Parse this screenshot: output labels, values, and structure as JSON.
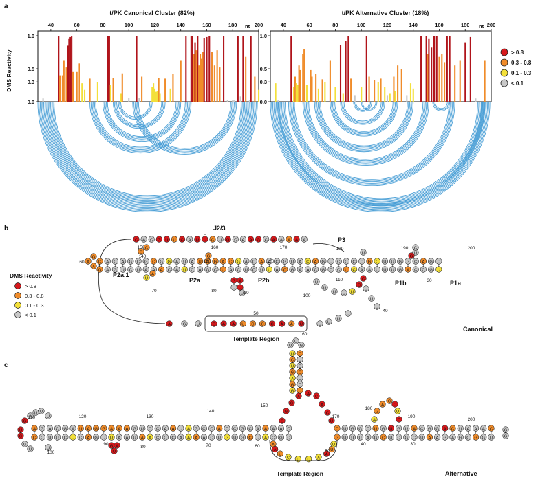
{
  "panel_letters": {
    "a": "a",
    "b": "b",
    "c": "c"
  },
  "charts": {
    "left_title": "t/PK Canonical Cluster (82%)",
    "right_title": "t/PK Alternative Cluster (18%)",
    "ylabel": "DMS Reactivity",
    "x_unit": "nt",
    "x_ticks": [
      "40",
      "60",
      "80",
      "100",
      "120",
      "140",
      "160",
      "180",
      "200"
    ],
    "y_ticks": [
      "0.0",
      "0.3",
      "0.5",
      "1.0"
    ]
  },
  "colors": {
    "high": "#d7191c",
    "mid": "#f08c2a",
    "low": "#f3e03a",
    "none": "#c8c8c8",
    "arc": "#4a9fd6",
    "bar_dark": "#b0141b"
  },
  "legend_a": [
    {
      "label": "> 0.8",
      "color": "#d7191c"
    },
    {
      "label": "0.3 - 0.8",
      "color": "#f08c2a"
    },
    {
      "label": "0.1 - 0.3",
      "color": "#f3e03a"
    },
    {
      "label": "< 0.1",
      "color": "#c8c8c8"
    }
  ],
  "legend_b": {
    "title": "DMS Reactivity",
    "items": [
      {
        "label": "> 0.8",
        "color": "#d7191c"
      },
      {
        "label": "0.3 - 0.8",
        "color": "#f08c2a"
      },
      {
        "label": "0.1 - 0.3",
        "color": "#f3e03a"
      },
      {
        "label": "< 0.1",
        "color": "#c8c8c8"
      }
    ]
  },
  "panel_b": {
    "labels": [
      "J2/3",
      "P3",
      "P1b",
      "P1a",
      "P2a.1",
      "P2a",
      "P2b"
    ],
    "numbers": [
      "150",
      "160",
      "170",
      "180",
      "190",
      "200",
      "140",
      "130",
      "120",
      "110",
      "100",
      "90",
      "80",
      "70",
      "60",
      "50",
      "40",
      "30"
    ],
    "template_region": "Template Region",
    "top_strand": [
      "C",
      "A",
      "C",
      "G",
      "U",
      "U",
      "C",
      "A",
      "U",
      "U",
      "C",
      "U",
      "G",
      "C",
      "A",
      "A",
      "G",
      "C",
      "A",
      "A",
      "A",
      "A",
      "A"
    ],
    "template_seq": [
      "G",
      "A",
      "A",
      "U",
      "C",
      "C",
      "C",
      "A",
      "A",
      "U"
    ],
    "state": "Canonical"
  },
  "panel_c": {
    "numbers": [
      "160",
      "150",
      "170",
      "50",
      "180",
      "190",
      "200",
      "40",
      "30",
      "140",
      "130",
      "120",
      "110",
      "100",
      "90",
      "80",
      "70",
      "60"
    ],
    "template_region": "Template Region",
    "state": "Alternative"
  },
  "chart_data": [
    {
      "type": "bar",
      "title": "t/PK Canonical Cluster (82%)",
      "ylabel": "DMS Reactivity",
      "xlabel": "nt",
      "xlim": [
        30,
        200
      ],
      "ylim": [
        0,
        1.0
      ],
      "x": [
        34,
        46,
        47,
        49,
        50,
        52,
        53,
        54,
        55,
        56,
        57,
        60,
        62,
        64,
        66,
        70,
        76,
        84,
        85,
        86,
        88,
        94,
        95,
        100,
        106,
        108,
        110,
        118,
        119,
        120,
        121,
        122,
        123,
        124,
        128,
        132,
        134,
        140,
        144,
        148,
        149,
        150,
        151,
        152,
        153,
        154,
        155,
        156,
        157,
        158,
        160,
        162,
        164,
        166,
        168,
        170,
        173,
        176,
        180,
        181,
        184,
        186,
        188,
        190,
        193,
        194,
        197,
        200
      ],
      "values": [
        0.05,
        1.0,
        0.4,
        0.4,
        0.62,
        0.52,
        0.85,
        0.95,
        0.98,
        1.0,
        0.45,
        0.45,
        0.58,
        0.28,
        0.18,
        0.35,
        0.3,
        1.0,
        1.0,
        0.25,
        0.36,
        0.12,
        0.43,
        0.06,
        1.0,
        0.06,
        0.38,
        0.22,
        0.28,
        0.2,
        0.15,
        0.16,
        0.36,
        0.12,
        0.35,
        0.2,
        0.42,
        0.62,
        1.0,
        1.0,
        1.0,
        0.72,
        0.9,
        0.78,
        1.0,
        0.55,
        0.72,
        0.65,
        0.75,
        0.96,
        0.98,
        1.0,
        0.75,
        0.55,
        0.78,
        0.52,
        1.0,
        0.03,
        0.03,
        0.02,
        1.0,
        0.08,
        1.0,
        0.68,
        0.02,
        1.0,
        0.38,
        0.18
      ]
    },
    {
      "type": "bar",
      "title": "t/PK Alternative Cluster (18%)",
      "ylabel": "DMS Reactivity",
      "xlabel": "nt",
      "xlim": [
        30,
        200
      ],
      "ylim": [
        0,
        1.0
      ],
      "x": [
        34,
        36,
        46,
        48,
        49,
        50,
        51,
        52,
        53,
        55,
        56,
        58,
        61,
        62,
        65,
        67,
        70,
        72,
        76,
        80,
        84,
        86,
        88,
        90,
        92,
        95,
        100,
        104,
        106,
        110,
        113,
        115,
        118,
        120,
        122,
        125,
        126,
        128,
        131,
        135,
        138,
        140,
        146,
        150,
        151,
        152,
        154,
        156,
        158,
        160,
        162,
        164,
        166,
        168,
        172,
        176,
        180,
        184,
        188,
        190,
        195,
        198
      ],
      "values": [
        0.28,
        0.02,
        1.0,
        0.22,
        0.38,
        0.28,
        0.25,
        0.55,
        0.48,
        0.72,
        0.8,
        0.25,
        0.48,
        0.38,
        0.42,
        0.2,
        0.34,
        0.3,
        0.62,
        0.22,
        0.86,
        0.12,
        0.92,
        1.0,
        0.35,
        0.1,
        0.22,
        1.0,
        0.38,
        0.33,
        0.3,
        0.35,
        0.22,
        0.1,
        0.12,
        0.38,
        0.16,
        0.55,
        0.5,
        0.1,
        0.28,
        0.2,
        1.0,
        1.0,
        0.72,
        0.95,
        0.82,
        1.0,
        1.0,
        0.68,
        0.72,
        0.6,
        1.0,
        1.0,
        0.55,
        0.62,
        0.9,
        0.98,
        0.05,
        0.0,
        0.62,
        0.0
      ]
    }
  ]
}
